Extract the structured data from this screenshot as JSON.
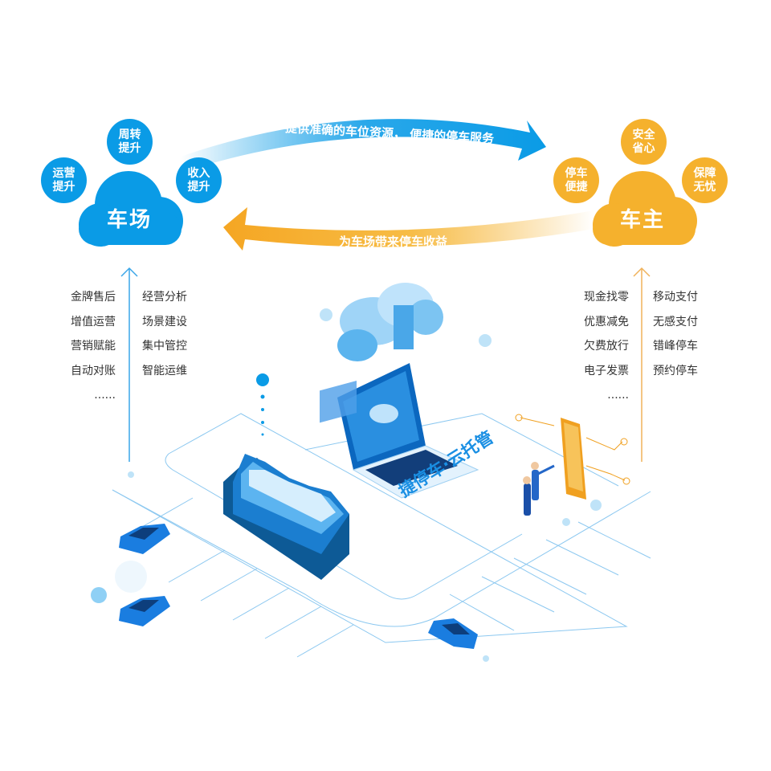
{
  "parking_lot": {
    "title": "车场",
    "bubbles": [
      {
        "line1": "运营",
        "line2": "提升"
      },
      {
        "line1": "周转",
        "line2": "提升"
      },
      {
        "line1": "收入",
        "line2": "提升"
      }
    ],
    "features_col1": [
      "金牌售后",
      "增值运营",
      "营销赋能",
      "自动对账",
      "......"
    ],
    "features_col2": [
      "经营分析",
      "场景建设",
      "集中管控",
      "智能运维"
    ]
  },
  "car_owner": {
    "title": "车主",
    "bubbles": [
      {
        "line1": "停车",
        "line2": "便捷"
      },
      {
        "line1": "安全",
        "line2": "省心"
      },
      {
        "line1": "保障",
        "line2": "无忧"
      }
    ],
    "features_col1": [
      "现金找零",
      "优惠减免",
      "欠费放行",
      "电子发票",
      "......"
    ],
    "features_col2": [
      "移动支付",
      "无感支付",
      "错峰停车",
      "预约停车"
    ]
  },
  "arrows": {
    "to_owner": "提供准确的车位资源， 便捷的停车服务",
    "to_lot": "为车场带来停车收益"
  },
  "platform_label": "捷停车·云托管",
  "colors": {
    "blue": "#0a9be6",
    "orange": "#f5b12d"
  }
}
